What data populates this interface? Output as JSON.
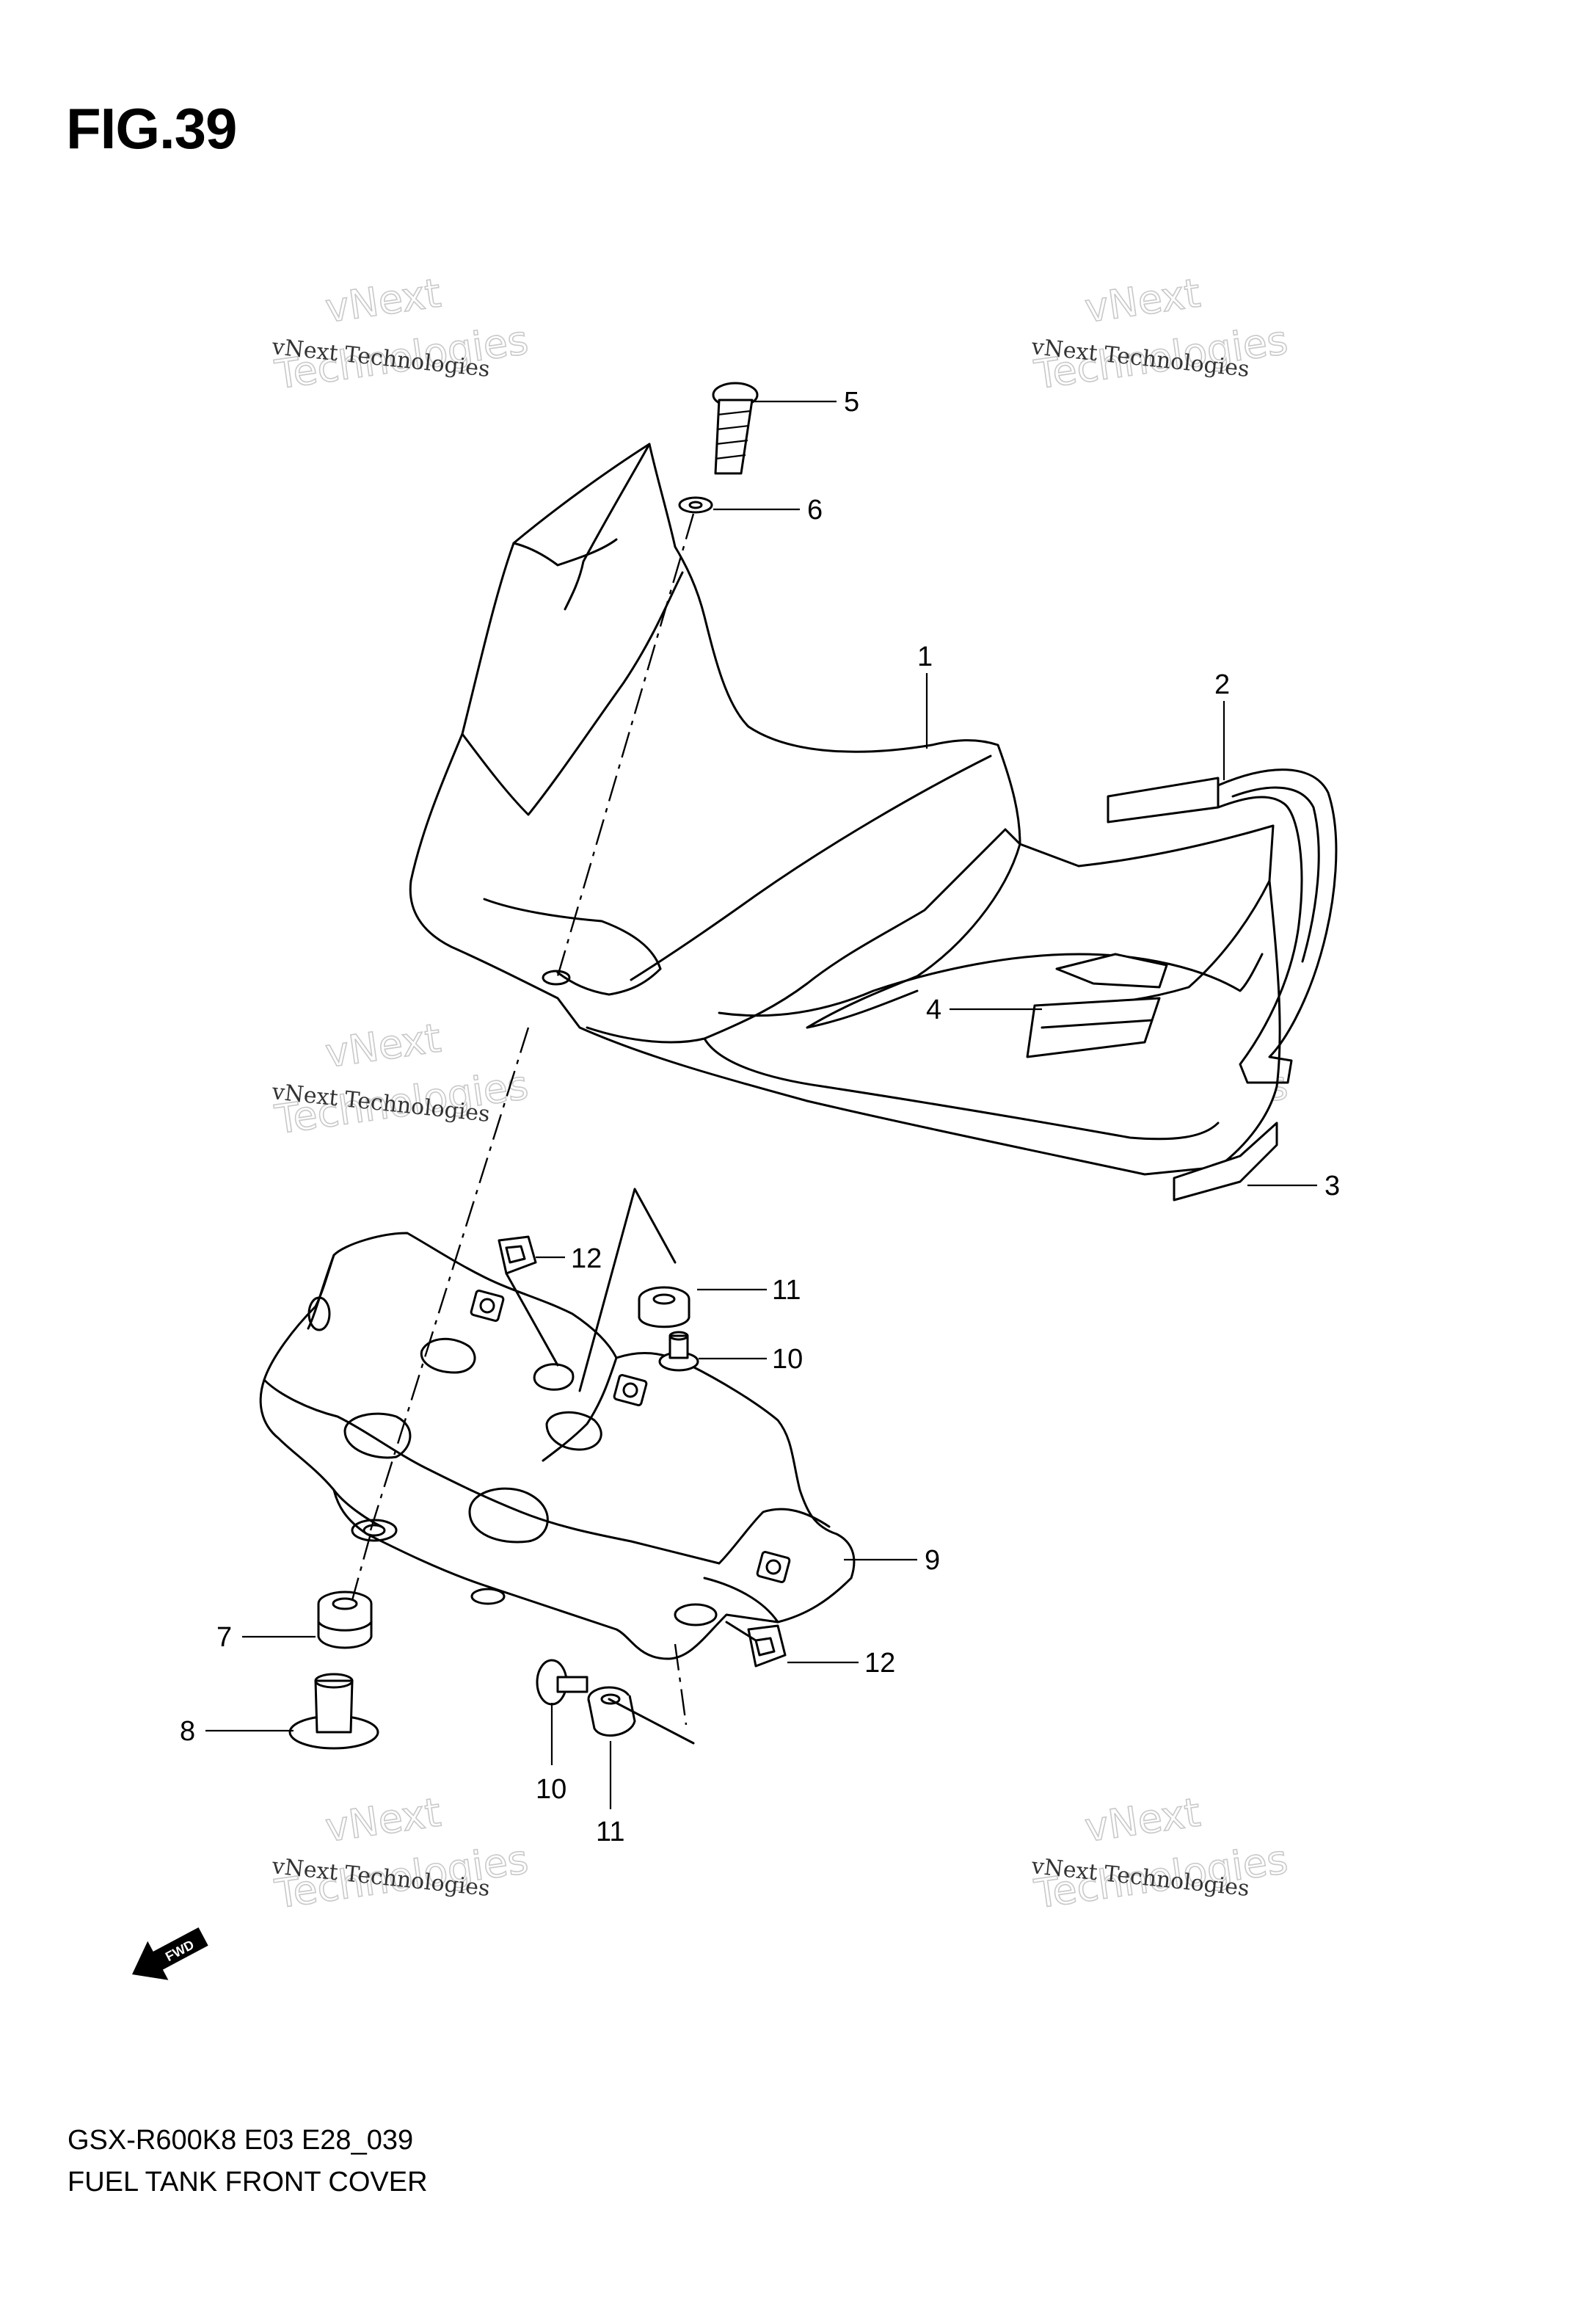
{
  "figure": {
    "title": "FIG.39",
    "code": "GSX-R600K8 E03 E28_039",
    "name": "FUEL TANK FRONT COVER"
  },
  "watermark": {
    "line1": "vNext Technologies",
    "line2": "Technologies",
    "line3": "vNext"
  },
  "callouts": [
    {
      "id": "c1",
      "label": "1"
    },
    {
      "id": "c2",
      "label": "2"
    },
    {
      "id": "c3",
      "label": "3"
    },
    {
      "id": "c4",
      "label": "4"
    },
    {
      "id": "c5",
      "label": "5"
    },
    {
      "id": "c6",
      "label": "6"
    },
    {
      "id": "c7",
      "label": "7"
    },
    {
      "id": "c8",
      "label": "8"
    },
    {
      "id": "c9",
      "label": "9"
    },
    {
      "id": "c10a",
      "label": "10"
    },
    {
      "id": "c10b",
      "label": "10"
    },
    {
      "id": "c11a",
      "label": "11"
    },
    {
      "id": "c11b",
      "label": "11"
    },
    {
      "id": "c12a",
      "label": "12"
    },
    {
      "id": "c12b",
      "label": "12"
    }
  ],
  "fwd_arrow": {
    "label": "FWD"
  },
  "icons": [
    "fwd-arrow-icon"
  ]
}
